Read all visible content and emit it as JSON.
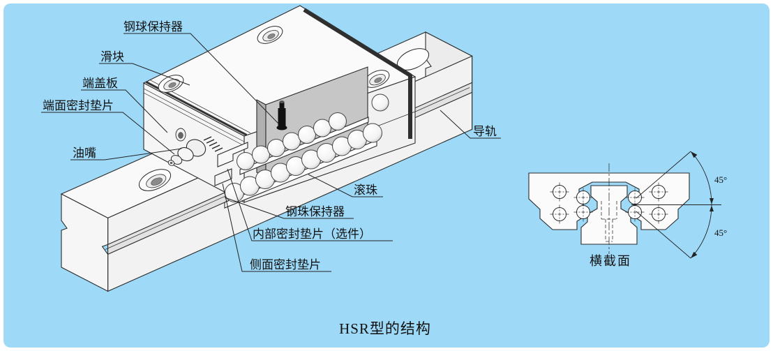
{
  "canvas": {
    "background_color": "#9edaf8",
    "line_color": "#2b2b2b",
    "cut_face_color": "#c6c6c6",
    "part_color": "#f7f7f7",
    "seal_color": "#2f2f2f"
  },
  "title": "HSR型的结构",
  "labels": {
    "ball_retainer_top": "钢球保持器",
    "slider": "滑块",
    "end_cap_plate": "端盖板",
    "end_face_seal": "端面密封垫片",
    "grease_nipple": "油嘴",
    "guide_rail": "导轨",
    "balls": "滚珠",
    "ball_retainer_bottom": "钢珠保持器",
    "internal_seal": "内部密封垫片（选件）",
    "side_seal": "侧面密封垫片"
  },
  "cross_section": {
    "caption": "横截面",
    "angle_upper": "45°",
    "angle_lower": "45°"
  }
}
